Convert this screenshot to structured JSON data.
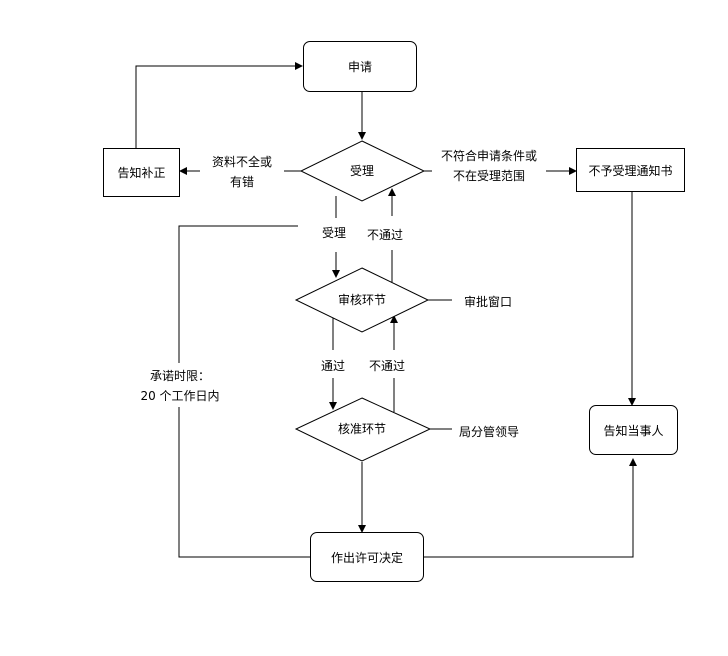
{
  "nodes": {
    "apply": "申请",
    "accept": "受理",
    "notify_correct": "告知补正",
    "reject_notice": "不予受理通知书",
    "review": "审核环节",
    "approve": "核准环节",
    "decision": "作出许可决定",
    "notify_party": "告知当事人"
  },
  "labels": {
    "incomplete_line1": "资料不全或",
    "incomplete_line2": "有错",
    "not_meet_line1": "不符合申请条件或",
    "not_meet_line2": "不在受理范围",
    "accept_down": "受理",
    "fail_up_1": "不通过",
    "pass_down": "通过",
    "fail_up_2": "不通过",
    "review_side": "审批窗口",
    "approve_side": "局分管领导",
    "deadline_line1": "承诺时限：",
    "deadline_line2": "20 个工作日内"
  }
}
